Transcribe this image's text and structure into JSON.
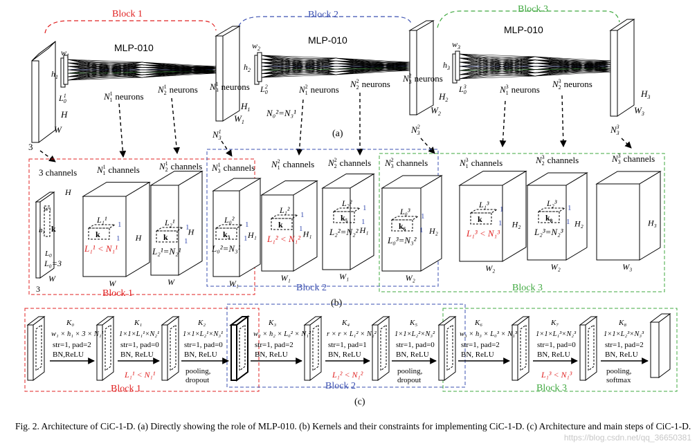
{
  "blocks": {
    "b1": "Block 1",
    "b2": "Block 2",
    "b3": "Block 3"
  },
  "panels": {
    "a": "(a)",
    "b": "(b)",
    "c": "(c)"
  },
  "colors": {
    "red": "#e02020",
    "blue": "#3a4fb0",
    "green": "#3fa83f"
  },
  "panel_a": {
    "mlp": "MLP-010",
    "n1_neurons": "neurons",
    "n2_neurons": "neurons",
    "n0_eq": "N₀²=N₃¹",
    "three": "3"
  },
  "panel_b": {
    "channels": "channels",
    "three_channels": "3 channels",
    "one": "1",
    "L0_eq3": "L₀=3",
    "ineq1": "L₁¹ < N₁¹",
    "eq2": "L₂¹=N₂¹",
    "eq3": "L₀²=N₃¹",
    "ineq2": "L₁² < N₁²",
    "eq4": "L₂²=N₂²",
    "eq5": "L₀³=N₃²",
    "ineq3": "L₁³ < N₁³",
    "eq6": "L₂³=N₂³"
  },
  "panel_c": {
    "k0": "K₀",
    "k0_dim": "w₁ × h₁ × 3 × N₁¹",
    "k0_p": "str=1, pad=2",
    "k0_b": "BN,ReLU",
    "k1": "K₁",
    "k1_dim": "1×1×L₁¹×N₂¹",
    "k1_p": "str=1, pad=0",
    "k1_b": "BN, ReLU",
    "k1_c": "L₁¹ < N₁¹",
    "k2": "K₂",
    "k2_dim": "1×1×L₂¹×N₃¹",
    "k2_p": "str=1, pad=0",
    "k2_b": "BN, ReLU",
    "k2_x": "pooling,",
    "k2_y": "dropout",
    "k3": "K₃",
    "k3_dim": "w₂ × h₂ × L₀² × N₁²",
    "k3_p": "str=1, pad=2",
    "k3_b": "BN, ReLU",
    "k4": "K₄",
    "k4_dim": "r × r × L₁² × N₂²",
    "k4_p": "str=1, pad=1",
    "k4_b": "BN, ReLU",
    "k4_c": "L₁² < N₁²",
    "k5": "K₅",
    "k5_dim": "1×1×L₂²×N₃²",
    "k5_p": "str=1, pad=0",
    "k5_b": "BN, ReLU",
    "k5_x": "pooling,",
    "k5_y": "dropout",
    "k6": "K₆",
    "k6_dim": "w₃ × h₃ × L₀³ × N₁³",
    "k6_p": "str=1, pad=2",
    "k6_b": "BN, ReLU",
    "k7": "K₇",
    "k7_dim": "1×1×L₁³×N₂³",
    "k7_p": "str=1, pad=0",
    "k7_b": "BN, ReLU",
    "k7_c": "L₁³ < N₁³",
    "k8": "K₈",
    "k8_dim": "1×1×L₂³×N₃³",
    "k8_p": "str=1, pad=2",
    "k8_b": "BN, ReLU",
    "k8_x": "pooling,",
    "k8_y": "softmax"
  },
  "caption": "Fig. 2.   Architecture of CiC-1-D. (a) Directly showing the role of MLP-010. (b) Kernels and their constraints for implementing CiC-1-D. (c) Architecture and main steps of CiC-1-D.",
  "watermark": "https://blog.csdn.net/qq_36650381"
}
